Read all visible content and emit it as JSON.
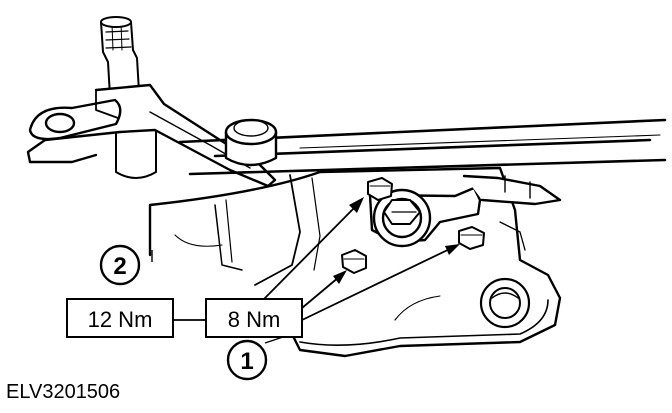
{
  "diagram": {
    "callouts": {
      "item_1": "1",
      "item_2": "2"
    },
    "torque_labels": {
      "bolt_12": "12 Nm",
      "bolt_8": "8 Nm"
    },
    "figure_id": "ELV3201506"
  }
}
